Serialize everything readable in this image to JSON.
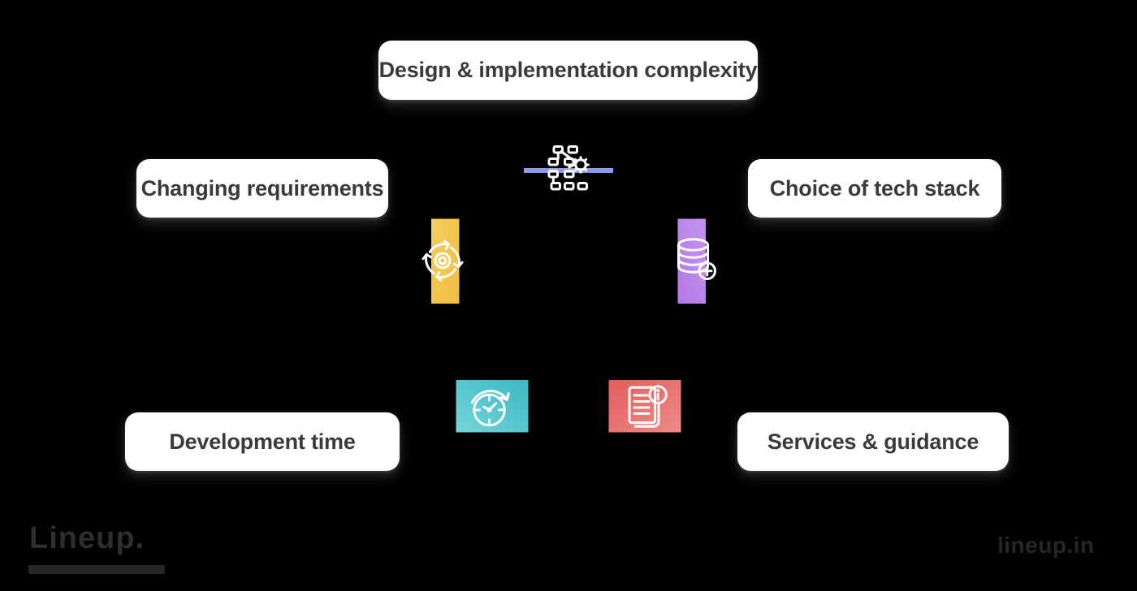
{
  "page": {
    "background_color": "#000000",
    "box_background": "#ffffff",
    "box_text_color": "#3a3a3a"
  },
  "diagram": {
    "type": "segmented-ring",
    "ring": {
      "outer_radius": 227,
      "inner_radius": 98,
      "gap_degrees": 5
    },
    "items": [
      {
        "label": "Design & implementation complexity",
        "position": "top",
        "angle": 0,
        "icon": "flowchart-gear-icon",
        "color": "#7b8ce9",
        "color_light": "#9aa7f2",
        "color_dark": "#6router-a7de0"
      },
      {
        "label": "Choice of tech stack",
        "position": "right-top",
        "angle": 72,
        "icon": "database-add-icon",
        "color": "#bb86e9",
        "color_light": "#cda2f2",
        "color_dark": "#ab6ce2"
      },
      {
        "label": "Services & guidance",
        "position": "right-bottom",
        "angle": 144,
        "icon": "document-info-icon",
        "color": "#e66765",
        "color_light": "#f0918c",
        "color_dark": "#df5a58"
      },
      {
        "label": "Development time",
        "position": "left-bottom",
        "angle": 216,
        "icon": "clock-refresh-icon",
        "color": "#4ec5cd",
        "color_light": "#7edade",
        "color_dark": "#35b5c0"
      },
      {
        "label": "Changing requirements",
        "position": "left-top",
        "angle": 288,
        "icon": "cycle-arrows-icon",
        "color": "#f2c33f",
        "color_light": "#f8d76f",
        "color_dark": "#ecb630"
      }
    ]
  },
  "footer": {
    "logo_text": "Lineup.",
    "watermark_text": "lineup.in"
  }
}
